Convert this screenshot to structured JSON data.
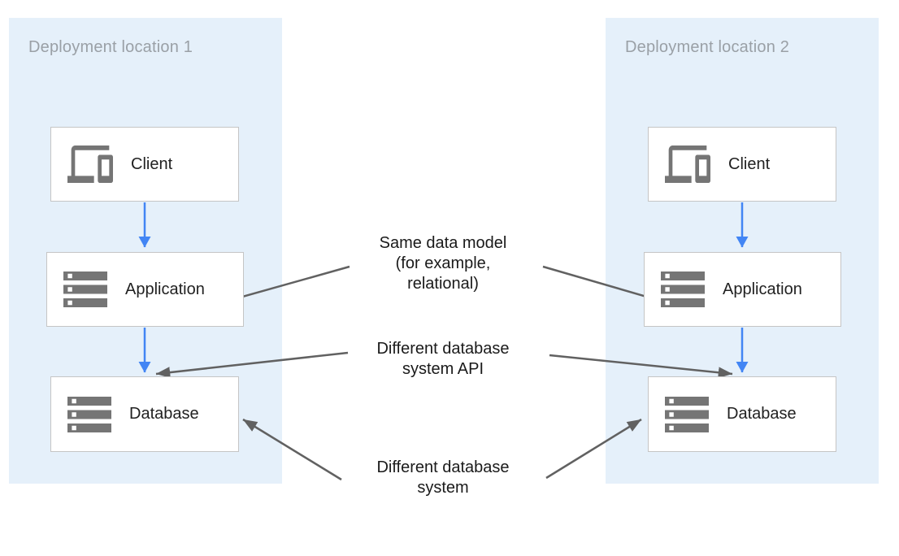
{
  "diagram": {
    "panels": [
      {
        "title": "Deployment location 1",
        "nodes": [
          {
            "label": "Client",
            "icon": "devices-icon"
          },
          {
            "label": "Application",
            "icon": "storage-icon"
          },
          {
            "label": "Database",
            "icon": "storage-icon"
          }
        ]
      },
      {
        "title": "Deployment location 2",
        "nodes": [
          {
            "label": "Client",
            "icon": "devices-icon"
          },
          {
            "label": "Application",
            "icon": "storage-icon"
          },
          {
            "label": "Database",
            "icon": "storage-icon"
          }
        ]
      }
    ],
    "annotations": [
      {
        "text": "Same data model\n(for example,\nrelational)"
      },
      {
        "text": "Different database\nsystem API"
      },
      {
        "text": "Different database\nsystem"
      }
    ],
    "colors": {
      "panel_bg": "#e5f0fa",
      "flow_arrow_blue": "#4285f4",
      "annotation_arrow_gray": "#616161",
      "node_border": "#c5c5c5",
      "icon_gray": "#757575",
      "panel_title_gray": "#9aa0a6",
      "text_dark": "#212121"
    }
  }
}
